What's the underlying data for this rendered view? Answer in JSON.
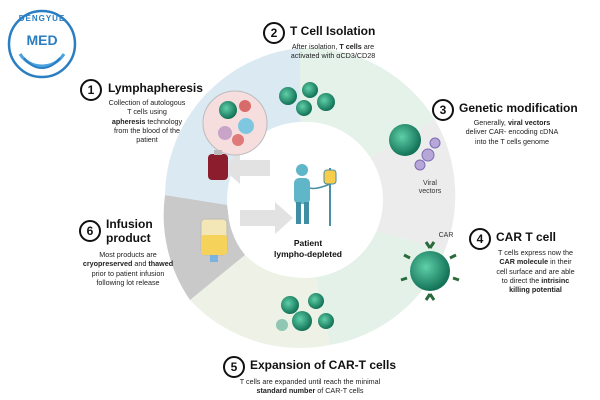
{
  "logo": {
    "top_text": "DENGYUE",
    "mark": "MED"
  },
  "center": {
    "label_line1": "Patient",
    "label_line2": "lympho-depleted"
  },
  "steps": [
    {
      "number": "1",
      "title": "Lymphapheresis",
      "desc": [
        "Collection of autologous",
        "T cells using",
        "apheresis technology",
        "from the blood of the",
        "patient"
      ],
      "bold": "apheresis"
    },
    {
      "number": "2",
      "title": "T Cell Isolation",
      "desc_pre": "After isolation, ",
      "desc_bold": "T cells",
      "desc_post": " are",
      "desc_line2": "activated with αCD3/CD28"
    },
    {
      "number": "3",
      "title": "Genetic modification",
      "desc_line1_pre": "Generally, ",
      "desc_line1_bold": "viral vectors",
      "desc_line2": "deliver CAR- encoding cDNA",
      "desc_line3": "into the T cells genome",
      "vector_label_1": "Viral",
      "vector_label_2": "vectors"
    },
    {
      "number": "4",
      "title": "CAR T cell",
      "desc_line1": "T cells express now the",
      "desc_line2_bold": "CAR molecule",
      "desc_line2_post": " in their",
      "desc_line3": "cell surface and are able",
      "desc_line4_pre": "to direct the ",
      "desc_line4_bold": "intrisinc",
      "desc_line5_bold": "killing potential",
      "car_label": "CAR"
    },
    {
      "number": "5",
      "title": "Expansion of CAR-T cells",
      "desc_line1": "T cells are expanded until reach the minimal",
      "desc_line2_bold": "standard number",
      "desc_line2_post": " of CAR-T cells"
    },
    {
      "number": "6",
      "title_line1": "Infusion",
      "title_line2": "product",
      "desc_line1": "Most products are",
      "desc_line2_bold1": "cryopreserved",
      "desc_line2_mid": " and ",
      "desc_line2_bold2": "thawed",
      "desc_line3": "prior to patient infusion",
      "desc_line4": "following lot release"
    }
  ],
  "colors": {
    "ring_blue": "#dceaf3",
    "ring_green": "#dff0e6",
    "ring_gray": "#e6e6e6",
    "ring_dark": "#bfbfbf",
    "cell_green": "#1e8a6b",
    "patient_blue": "#5fb6c9"
  }
}
